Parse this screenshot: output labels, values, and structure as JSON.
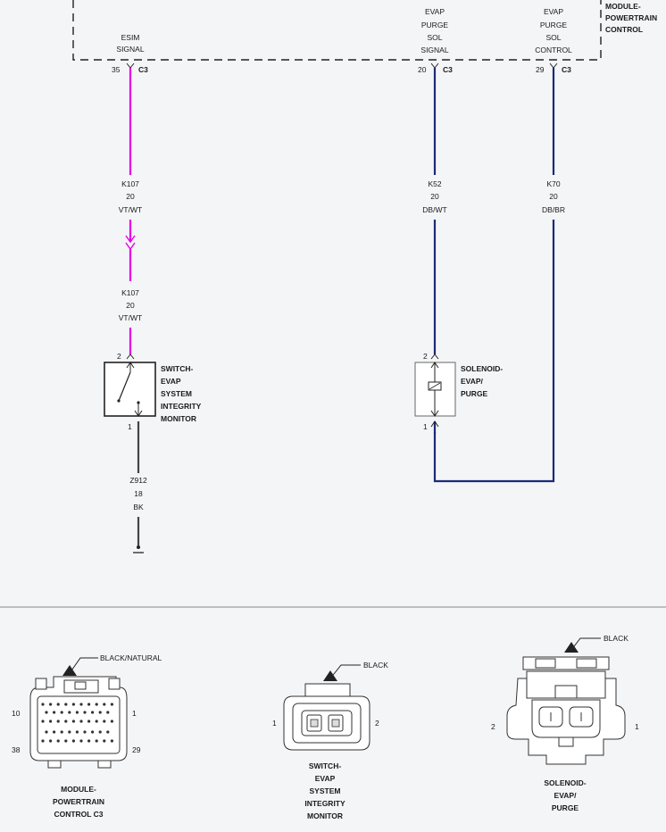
{
  "module": {
    "label": [
      "MODULE-",
      "POWERTRAIN",
      "CONTROL"
    ],
    "pins": [
      {
        "signal": [
          "ESIM",
          "SIGNAL"
        ],
        "pin": "35",
        "connector": "C3"
      },
      {
        "signal": [
          "EVAP",
          "PURGE",
          "SOL",
          "SIGNAL"
        ],
        "pin": "20",
        "connector": "C3"
      },
      {
        "signal": [
          "EVAP",
          "PURGE",
          "SOL",
          "CONTROL"
        ],
        "pin": "29",
        "connector": "C3"
      }
    ]
  },
  "wires": {
    "esim_upper": {
      "circuit": "K107",
      "gauge": "20",
      "color": "VT/WT"
    },
    "esim_lower": {
      "circuit": "K107",
      "gauge": "20",
      "color": "VT/WT"
    },
    "purge_signal": {
      "circuit": "K52",
      "gauge": "20",
      "color": "DB/WT"
    },
    "purge_control": {
      "circuit": "K70",
      "gauge": "20",
      "color": "DB/BR"
    },
    "ground": {
      "circuit": "Z912",
      "gauge": "18",
      "color": "BK"
    }
  },
  "switch": {
    "label": [
      "SWITCH-",
      "EVAP",
      "SYSTEM",
      "INTEGRITY",
      "MONITOR"
    ],
    "pin_top": "2",
    "pin_bottom": "1"
  },
  "solenoid": {
    "label": [
      "SOLENOID-",
      "EVAP/",
      "PURGE"
    ],
    "pin_top": "2",
    "pin_bottom": "1"
  },
  "connectors": {
    "pcm": {
      "color": "BLACK/NATURAL",
      "pins": [
        "10",
        "1",
        "38",
        "29"
      ],
      "label": [
        "MODULE-",
        "POWERTRAIN",
        "CONTROL C3"
      ]
    },
    "switch": {
      "color": "BLACK",
      "pins": [
        "1",
        "2"
      ],
      "label": [
        "SWITCH-",
        "EVAP",
        "SYSTEM",
        "INTEGRITY",
        "MONITOR"
      ]
    },
    "solenoid": {
      "color": "BLACK",
      "pins": [
        "2",
        "1"
      ],
      "label": [
        "SOLENOID-",
        "EVAP/",
        "PURGE"
      ]
    }
  },
  "colors": {
    "violet_white": "#e600e6",
    "dark_blue": "#1c2a78",
    "black": "#444444",
    "background": "#f4f5f7"
  }
}
